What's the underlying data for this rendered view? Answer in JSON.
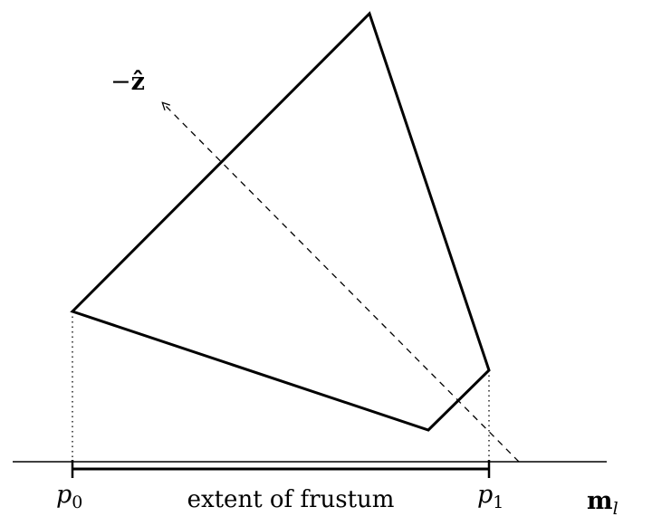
{
  "diagram": {
    "axis_label": {
      "prefix": "−",
      "symbol": "ẑ"
    },
    "line_label": {
      "main": "m",
      "sub": "l"
    },
    "points": [
      {
        "main": "p",
        "sub": "0"
      },
      {
        "main": "p",
        "sub": "1"
      }
    ],
    "extent_label": "extent of frustum"
  }
}
